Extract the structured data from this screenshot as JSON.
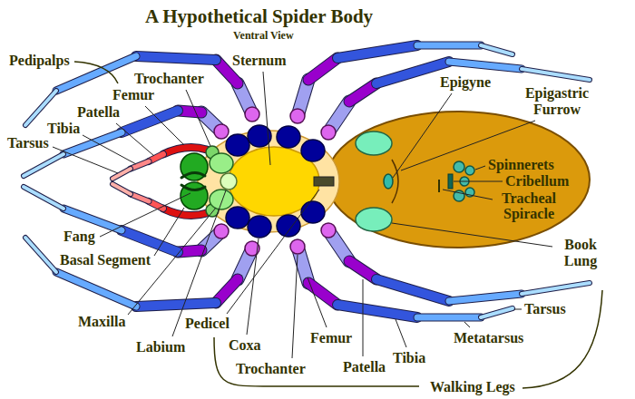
{
  "diagram": {
    "title": "A Hypothetical Spider Body",
    "labels": [
      "Ventral View",
      "Pedipalps",
      "Sternum",
      "Trochanter",
      "Epigyne",
      "Epigastric Furrow",
      "Femur",
      "Patella",
      "Tibia",
      "Tarsus",
      "Spinnerets",
      "Cribellum",
      "Tracheal Spiracle",
      "Fang",
      "Book Lung",
      "Basal Segment",
      "Tarsus",
      "Maxilla",
      "Pedicel",
      "Femur",
      "Metatarsus",
      "Coxa",
      "Labium",
      "Tibia",
      "Patella",
      "Trochanter",
      "Walking Legs"
    ]
  }
}
